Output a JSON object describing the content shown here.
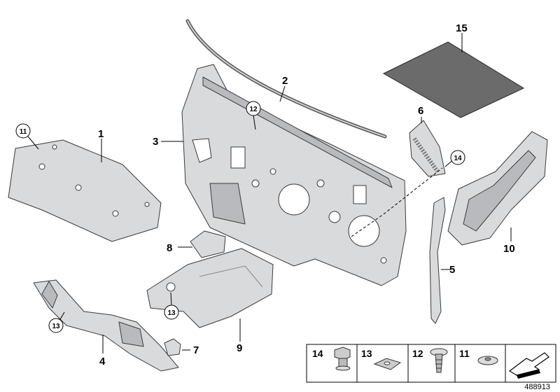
{
  "callouts": {
    "c1": "1",
    "c2": "2",
    "c3": "3",
    "c4": "4",
    "c5": "5",
    "c6": "6",
    "c7": "7",
    "c8": "8",
    "c9": "9",
    "c10": "10",
    "c11": "11",
    "c12": "12",
    "c13a": "13",
    "c13b": "13",
    "c14": "14",
    "c15": "15"
  },
  "legend": {
    "items": [
      "14",
      "13",
      "12",
      "11"
    ]
  },
  "diagram_number": "488913",
  "colors": {
    "part_fill": "#d9dadc",
    "part_outline": "#3a3a3a",
    "mat_fill": "#6b6b6b"
  }
}
